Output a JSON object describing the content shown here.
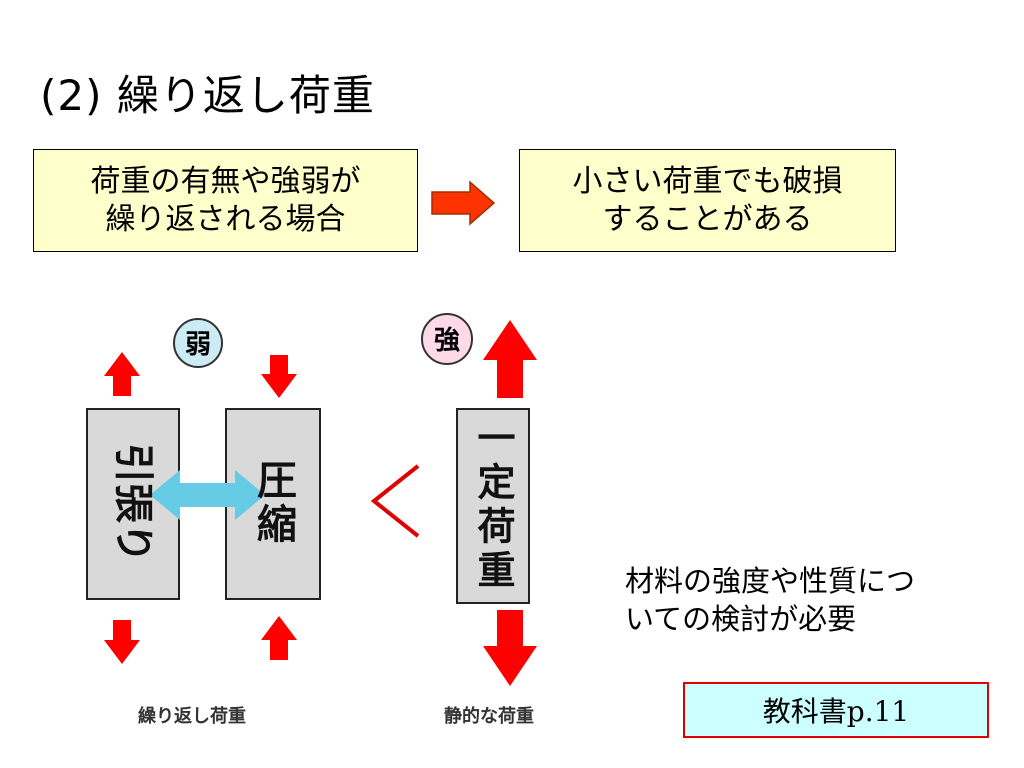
{
  "title": "(2) 繰り返し荷重",
  "condition": {
    "line1": "荷重の有無や強弱が",
    "line2": "繰り返される場合"
  },
  "result": {
    "line1": "小さい荷重でも破損",
    "line2": "することがある"
  },
  "diagram": {
    "weak_label": "弱",
    "strong_label": "強",
    "tension_label": "引張り",
    "compression_label": "圧縮",
    "constant_load_label": "一定荷重",
    "comparison_symbol": "<",
    "caption_left": "繰り返し荷重",
    "caption_right": "静的な荷重"
  },
  "note": {
    "line1": "材料の強度や性質につ",
    "line2": "いての検討が必要"
  },
  "reference": "教科書p.11",
  "colors": {
    "arrow_red": "#ff0000",
    "double_arrow": "#66cce6",
    "box_yellow": "#ffffcc",
    "box_gray": "#d9d9d9",
    "ref_bg": "#ccffff",
    "ref_border": "#e00000"
  }
}
